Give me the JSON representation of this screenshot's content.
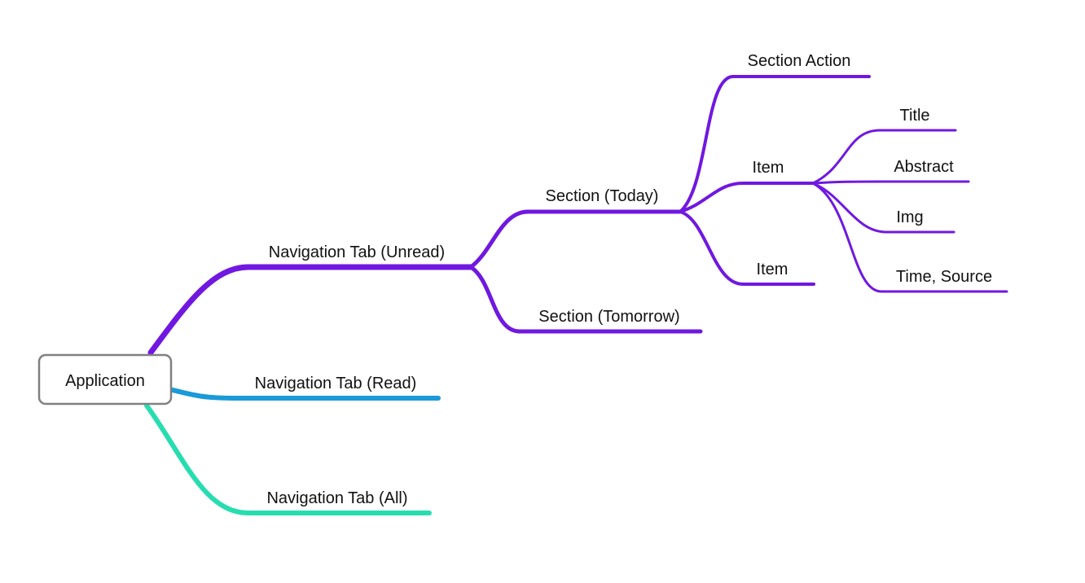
{
  "diagram": {
    "type": "mind-map",
    "root": {
      "id": "application",
      "label": "Application"
    },
    "colors": {
      "unread": "#7018e0",
      "read": "#1a9ad8",
      "all": "#27ddb0"
    },
    "nodes": [
      {
        "id": "nav-unread",
        "label": "Navigation Tab (Unread)",
        "parent": "application",
        "color": "#7018e0"
      },
      {
        "id": "nav-read",
        "label": "Navigation Tab (Read)",
        "parent": "application",
        "color": "#1a9ad8"
      },
      {
        "id": "nav-all",
        "label": "Navigation Tab (All)",
        "parent": "application",
        "color": "#27ddb0"
      },
      {
        "id": "section-today",
        "label": "Section (Today)",
        "parent": "nav-unread",
        "color": "#7018e0"
      },
      {
        "id": "section-tomorrow",
        "label": "Section (Tomorrow)",
        "parent": "nav-unread",
        "color": "#7018e0"
      },
      {
        "id": "section-action",
        "label": "Section Action",
        "parent": "section-today",
        "color": "#7018e0"
      },
      {
        "id": "item-1",
        "label": "Item",
        "parent": "section-today",
        "color": "#7018e0"
      },
      {
        "id": "item-2",
        "label": "Item",
        "parent": "section-today",
        "color": "#7018e0"
      },
      {
        "id": "title",
        "label": "Title",
        "parent": "item-1",
        "color": "#7018e0"
      },
      {
        "id": "abstract",
        "label": "Abstract",
        "parent": "item-1",
        "color": "#7018e0"
      },
      {
        "id": "img",
        "label": "Img",
        "parent": "item-1",
        "color": "#7018e0"
      },
      {
        "id": "time-source",
        "label": "Time, Source",
        "parent": "item-1",
        "color": "#7018e0"
      }
    ]
  }
}
